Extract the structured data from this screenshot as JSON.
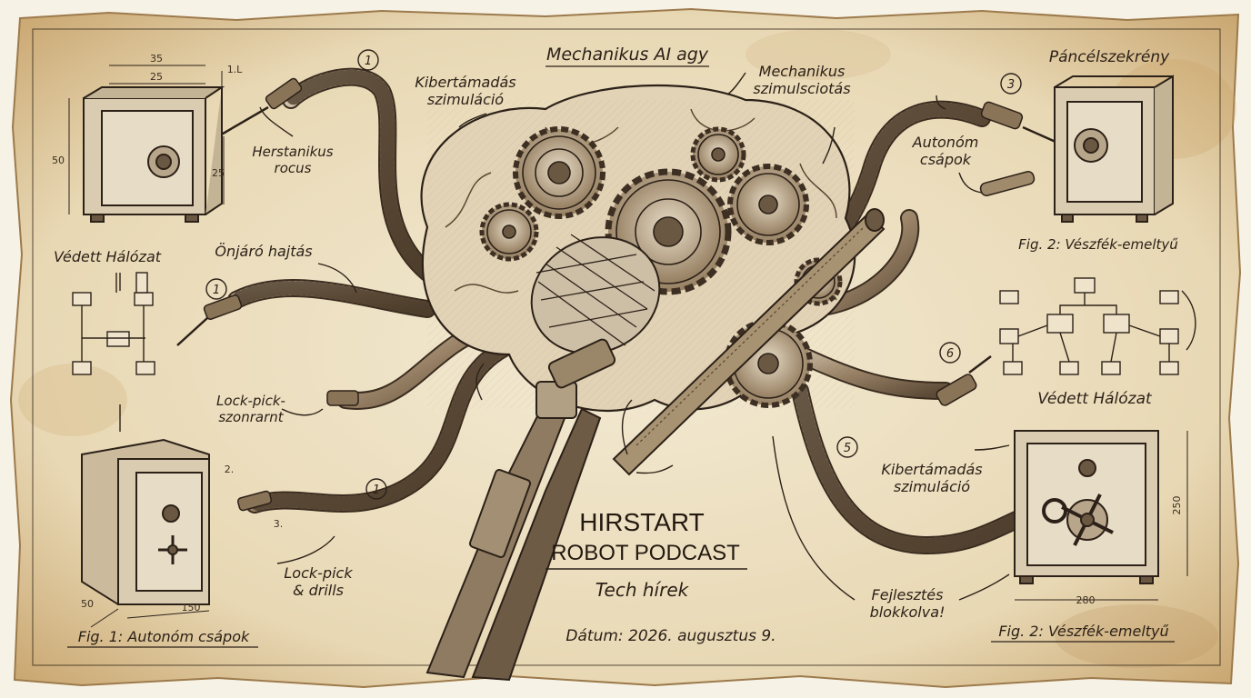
{
  "colors": {
    "paper": "#efe3c6",
    "paper_edge": "#b48a55",
    "ink": "#2c2118",
    "metal": "#a18d73",
    "stain": "#c9a46d"
  },
  "labels": {
    "top_center": "Mechanikus AI agy",
    "top_right": "Páncélszekrény",
    "cyber_left": "Kibertámadás\nszimuláció",
    "mech_sim": "Mechanikus\nszimulsciotás",
    "herst": "Herstanikus\nrocus",
    "auton_top": "Autonóm\ncsápok",
    "fig2_top": "Fig. 2: Vészfék-emeltyű",
    "vedett_left": "Védett Hálózat",
    "onjaro": "Önjáró hajtás",
    "vedett_right": "Védett Hálózat",
    "lockpick_comp": "Lock-pick-\nszonrarnt",
    "cyber_right": "Kibertámadás\nszimuláció",
    "lockpick_drills": "Lock-pick\n& drills",
    "fejlesztes": "Fejlesztés\nblokkolva!",
    "fig1": "Fig. 1: Autonóm csápok",
    "fig2_bottom": "Fig. 2: Vészfék-emeltyű"
  },
  "callouts": [
    "1",
    "3",
    "1",
    "6",
    "5",
    "1"
  ],
  "dimensions": {
    "tl_35": "35",
    "tl_25": "25",
    "tl_1l": "1.L",
    "tl_50": "50",
    "tl_25v": "25",
    "bl_50": "50",
    "bl_150": "150",
    "bl_2": "2.",
    "bl_3": "3.",
    "br_250": "250",
    "br_280": "280"
  },
  "podcast": {
    "line1": "HIRSTART",
    "line2": "ROBOT PODCAST",
    "line3": "Tech hírek",
    "date": "Dátum: 2026. augusztus 9."
  }
}
